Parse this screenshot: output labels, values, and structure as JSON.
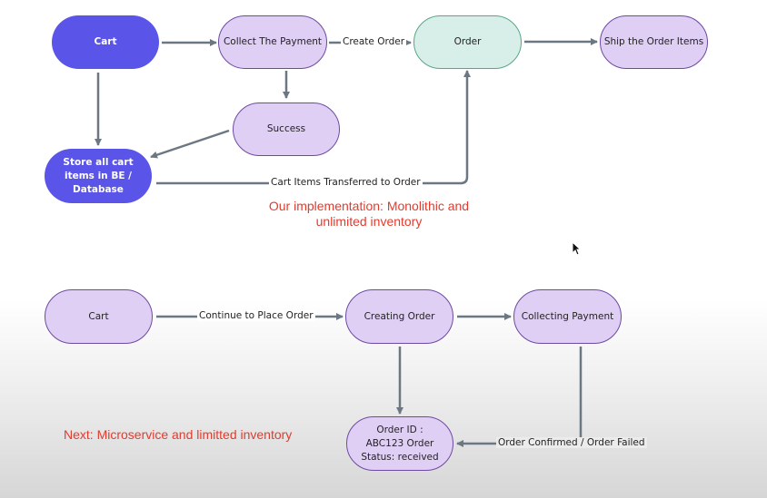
{
  "top_diagram": {
    "nodes": {
      "cart": "Cart",
      "collect_payment": "Collect The Payment",
      "order": "Order",
      "ship_items": "Ship the Order Items",
      "success": "Success",
      "store_cart": "Store all cart items in BE / Database"
    },
    "edges": {
      "create_order": "Create Order",
      "cart_items_transferred": "Cart Items Transferred to Order"
    },
    "note": "Our implementation: Monolithic and unlimited inventory"
  },
  "bottom_diagram": {
    "nodes": {
      "cart": "Cart",
      "creating_order": "Creating Order",
      "collecting_payment": "Collecting Payment",
      "order_status": "Order ID : ABC123 Order Status: received"
    },
    "edges": {
      "continue_to_place_order": "Continue to Place Order",
      "order_confirmed_failed": "Order Confirmed / Order Failed"
    },
    "note": "Next: Microservice and limitted inventory"
  },
  "colors": {
    "node_fill": "#e0cff5",
    "node_border": "#6d4aa0",
    "accent_blue": "#5a55e8",
    "order_green_fill": "#d7efe8",
    "arrow": "#6b7782",
    "note_red": "#e23b2d"
  },
  "icons": [
    "mouse-cursor-icon"
  ]
}
